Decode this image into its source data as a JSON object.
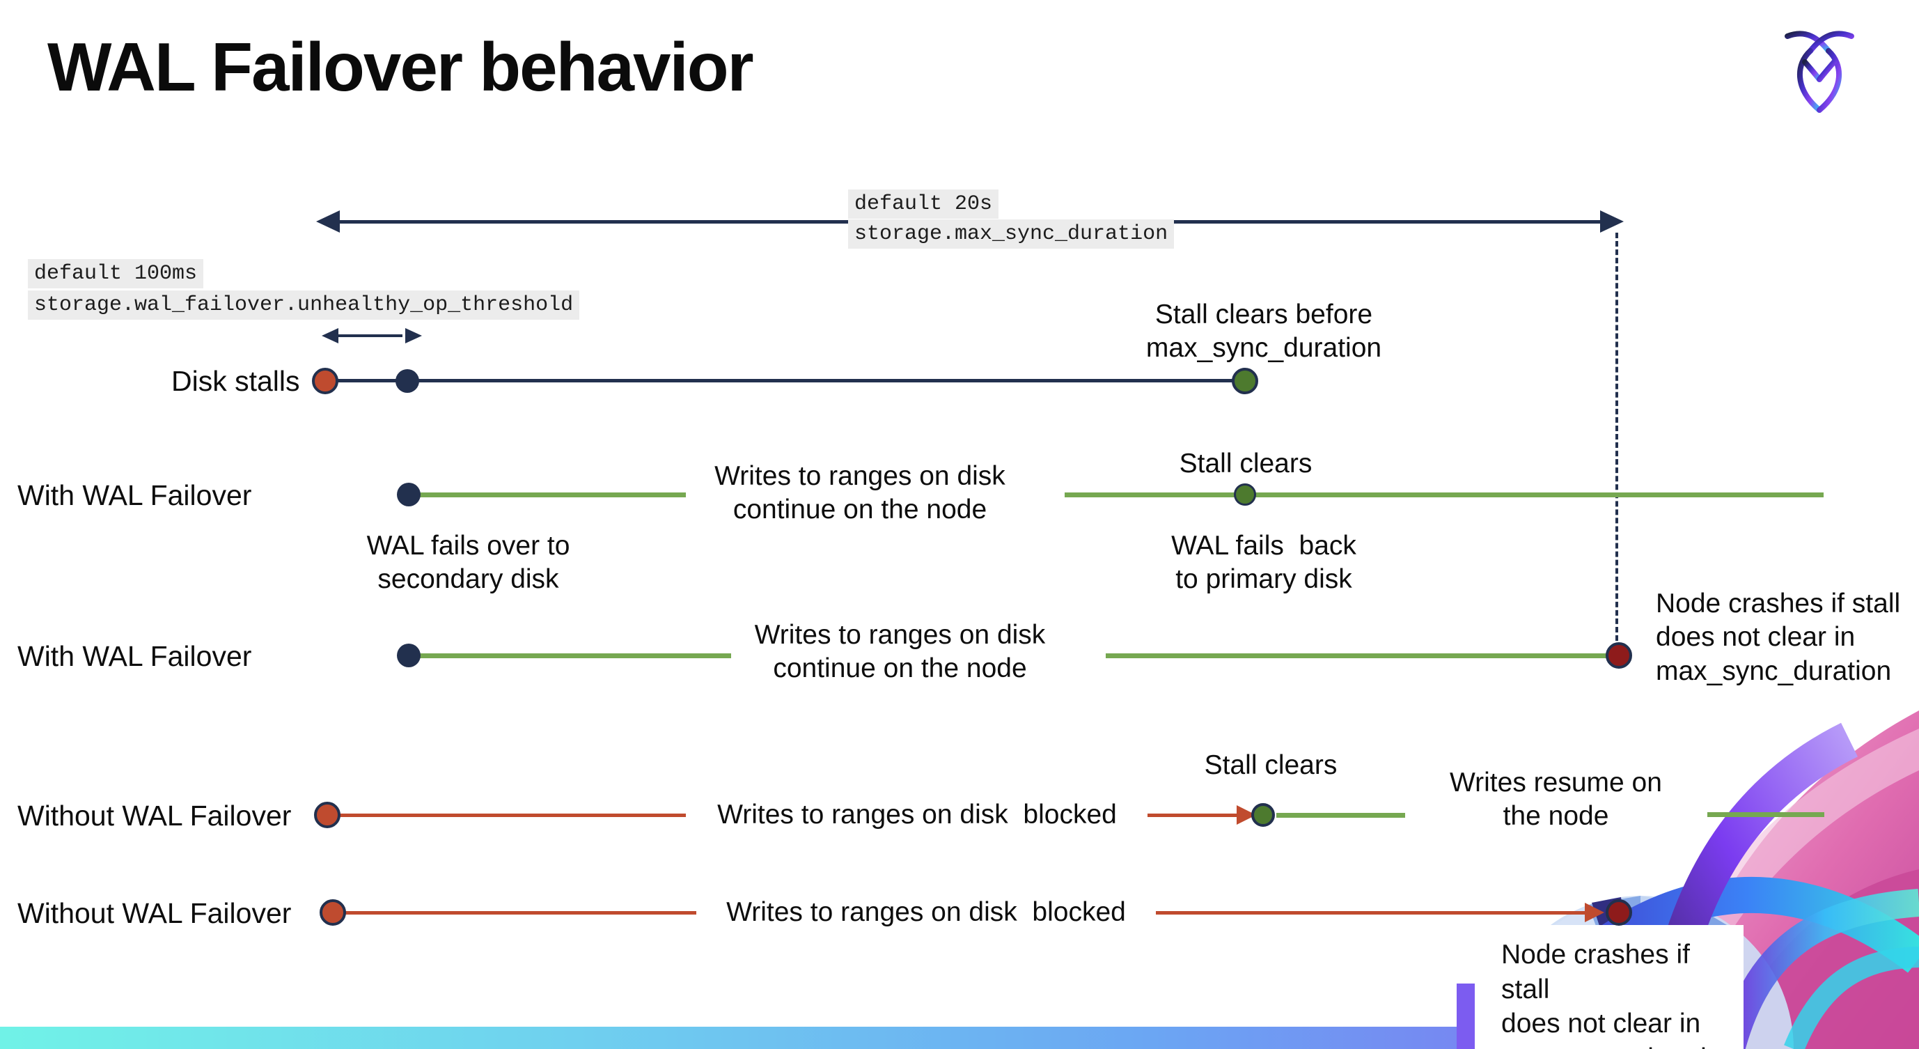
{
  "page": {
    "title": "WAL Failover behavior"
  },
  "icons": {
    "logo": "cockroachdb-mark"
  },
  "settings": {
    "max_sync_duration": {
      "default": "default 20s",
      "setting": "storage.max_sync_duration"
    },
    "unhealthy_op_threshold": {
      "default": "default 100ms",
      "setting": "storage.wal_failover.unhealthy_op_threshold"
    }
  },
  "rows": [
    {
      "label": "Disk stalls",
      "notes": {
        "stall": "Stall clears before\nmax_sync_duration"
      }
    },
    {
      "label": "With WAL Failover",
      "notes": {
        "writes": "Writes to ranges on disk\ncontinue on the node",
        "stall": "Stall clears",
        "failover": "WAL fails over to\nsecondary disk",
        "failback": "WAL fails  back\nto primary disk"
      }
    },
    {
      "label": "With WAL Failover",
      "notes": {
        "writes": "Writes to ranges on disk\ncontinue on the node",
        "crash": "Node crashes if stall\ndoes not clear in\nmax_sync_duration"
      }
    },
    {
      "label": "Without WAL Failover",
      "notes": {
        "writes": "Writes to ranges on disk  blocked",
        "stall": "Stall clears",
        "resume": "Writes resume on\nthe node"
      }
    },
    {
      "label": "Without WAL Failover",
      "notes": {
        "writes": "Writes to ranges on disk  blocked",
        "crash": "Node crashes if stall\ndoes not clear in\nmax_sync_duration"
      }
    }
  ],
  "colors": {
    "navy": "#22304e",
    "green_line": "#76a851",
    "green_dot": "#4d7a2e",
    "red": "#c04b2e",
    "dark_red": "#8e1b1b",
    "chip_bg": "#ececec",
    "footer_gradient": [
      "#70f2e7",
      "#6ba6f3",
      "#8a55ee"
    ]
  }
}
